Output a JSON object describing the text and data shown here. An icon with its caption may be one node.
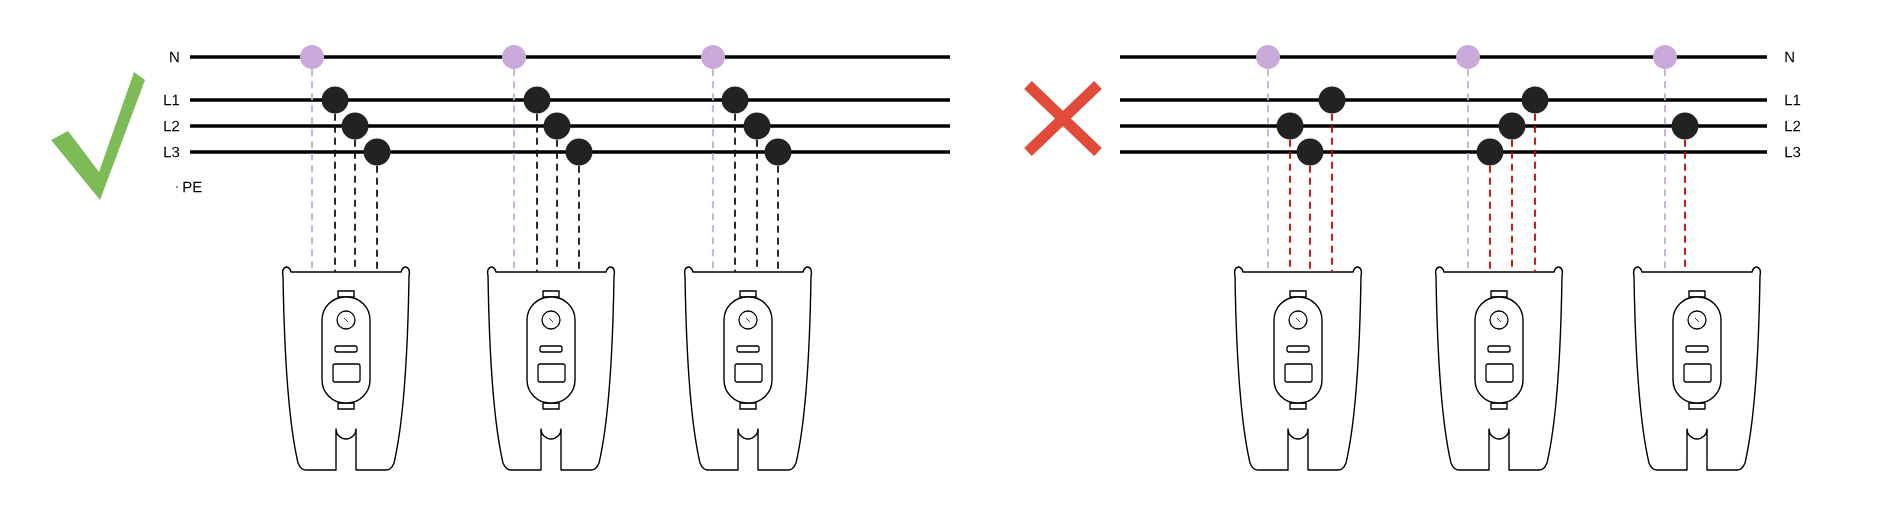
{
  "diagram": {
    "nodes": [
      {
        "text": [],
        "shape": "circle"
      },
      {
        "text": [],
        "shape": "circle"
      },
      {
        "text": [],
        "shape": "circle"
      },
      {
        "text": [],
        "shape": "circle"
      },
      {
        "text": [],
        "shape": "circle"
      },
      {
        "text": [],
        "shape": "circle"
      },
      {
        "text": [],
        "shape": "circle"
      },
      {
        "text": [],
        "shape": "circle"
      },
      {
        "text": [],
        "shape": "circle"
      },
      {
        "text": [],
        "shape": "circle"
      },
      {
        "text": [],
        "shape": "circle"
      },
      {
        "text": [],
        "shape": "circle"
      },
      {
        "text": [],
        "shape": "circle"
      },
      {
        "text": [],
        "shape": "circle"
      },
      {
        "text": [],
        "shape": "circle"
      },
      {
        "text": [],
        "shape": "circle"
      },
      {
        "text": [],
        "shape": "circle"
      },
      {
        "text": [],
        "shape": "circle"
      },
      {
        "text": [],
        "shape": "circle"
      },
      {
        "text": [],
        "shape": "circle"
      },
      {
        "text": [],
        "shape": "circle"
      },
      {
        "text": [],
        "shape": "circle"
      },
      {
        "text": [],
        "shape": "picture"
      },
      {
        "text": [],
        "shape": "picture"
      },
      {
        "text": [],
        "shape": "picture"
      },
      {
        "text": [],
        "shape": "picture"
      },
      {
        "text": [],
        "shape": "picture"
      },
      {
        "text": [],
        "shape": "picture"
      }
    ],
    "edges": [
      {
        "from": 0,
        "to": 22,
        "arrow": "none",
        "style": "dashed",
        "color": "#c9a9d9"
      },
      {
        "from": 1,
        "to": 22,
        "arrow": "none",
        "style": "dashed"
      },
      {
        "from": 2,
        "to": 22,
        "arrow": "none",
        "style": "dashed"
      },
      {
        "from": 3,
        "to": 22,
        "arrow": "none",
        "style": "dashed"
      },
      {
        "from": 4,
        "to": 23,
        "arrow": "none",
        "style": "dashed",
        "color": "#c9a9d9"
      },
      {
        "from": 5,
        "to": 23,
        "arrow": "none",
        "style": "dashed"
      },
      {
        "from": 6,
        "to": 23,
        "arrow": "none",
        "style": "dashed"
      },
      {
        "from": 7,
        "to": 23,
        "arrow": "none",
        "style": "dashed"
      },
      {
        "from": 8,
        "to": 24,
        "arrow": "none",
        "style": "dashed",
        "color": "#c9a9d9"
      },
      {
        "from": 9,
        "to": 24,
        "arrow": "none",
        "style": "dashed"
      },
      {
        "from": 10,
        "to": 24,
        "arrow": "none",
        "style": "dashed"
      },
      {
        "from": 11,
        "to": 24,
        "arrow": "none",
        "style": "dashed"
      },
      {
        "from": 12,
        "to": 25,
        "arrow": "none",
        "style": "dashed",
        "color": "#c9a9d9"
      },
      {
        "from": 13,
        "to": 25,
        "arrow": "none",
        "style": "dashed",
        "color": "#cc0000"
      },
      {
        "from": 14,
        "to": 25,
        "arrow": "none",
        "style": "dashed",
        "color": "#cc0000"
      },
      {
        "from": 15,
        "to": 25,
        "arrow": "none",
        "style": "dashed",
        "color": "#cc0000"
      },
      {
        "from": 16,
        "to": 26,
        "arrow": "none",
        "style": "dashed",
        "color": "#c9a9d9"
      },
      {
        "from": 17,
        "to": 26,
        "arrow": "none",
        "style": "dashed",
        "color": "#cc0000"
      },
      {
        "from": 18,
        "to": 26,
        "arrow": "none",
        "style": "dashed",
        "color": "#cc0000"
      },
      {
        "from": 19,
        "to": 26,
        "arrow": "none",
        "style": "dashed",
        "color": "#cc0000"
      },
      {
        "from": 20,
        "to": 27,
        "arrow": "none",
        "style": "dashed",
        "color": "#c9a9d9"
      },
      {
        "from": 21,
        "to": 27,
        "arrow": "none",
        "style": "dashed",
        "color": "#cc0000"
      }
    ],
    "labels": [
      "N",
      "L1",
      "L2",
      "L3",
      "PE",
      "N",
      "L1",
      "L2",
      "L3"
    ]
  }
}
